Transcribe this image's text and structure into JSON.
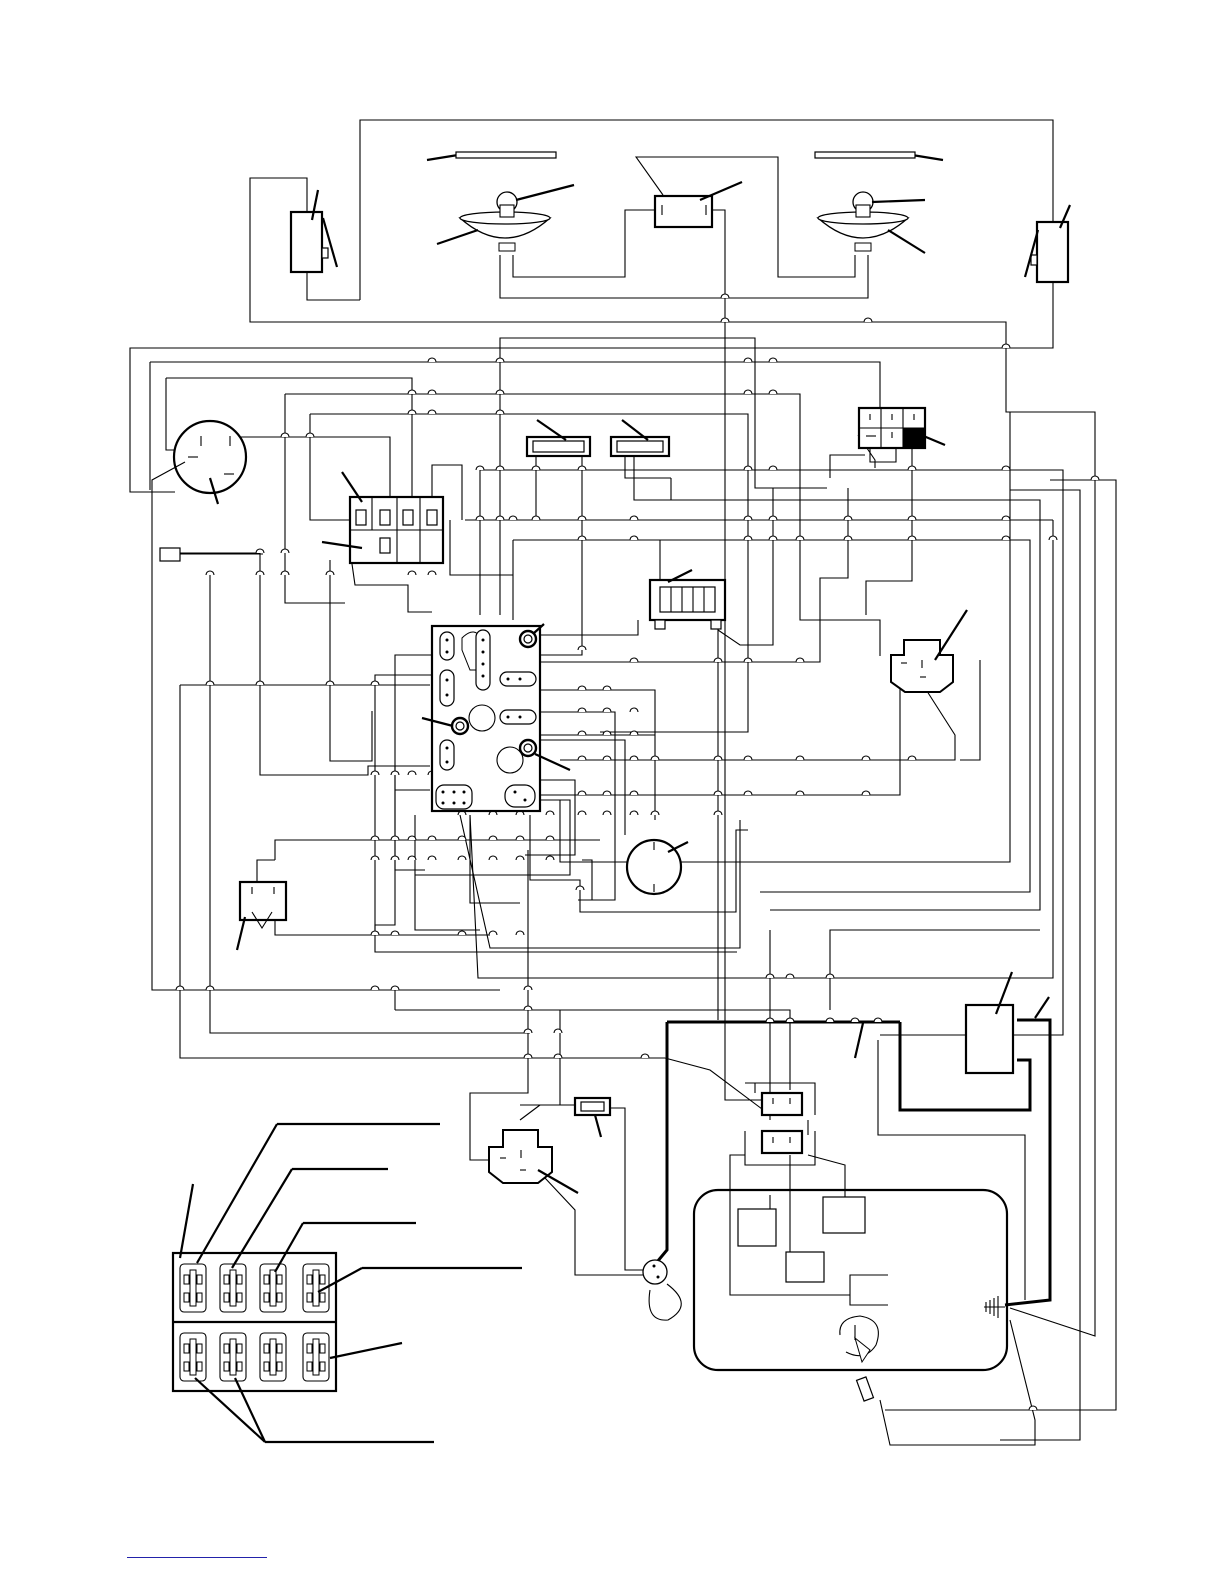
{
  "diagram": {
    "kind": "wiring-schematic",
    "labels_printed": false,
    "components": [
      {
        "id": "left-flasher",
        "icon": "relay-box-icon"
      },
      {
        "id": "right-flasher",
        "icon": "relay-box-icon"
      },
      {
        "id": "left-headlight",
        "icon": "lamp-bulb-icon"
      },
      {
        "id": "right-headlight",
        "icon": "lamp-bulb-icon"
      },
      {
        "id": "horn-relay",
        "icon": "relay-box-icon"
      },
      {
        "id": "key-switch",
        "icon": "ignition-switch-icon"
      },
      {
        "id": "rocker-switch-block",
        "icon": "switch-block-icon"
      },
      {
        "id": "fuse-holders",
        "icon": "fuse-icon"
      },
      {
        "id": "hour-meter",
        "icon": "gauge-icon"
      },
      {
        "id": "main-connector",
        "icon": "connector-icon"
      },
      {
        "id": "gauge",
        "icon": "gauge-icon"
      },
      {
        "id": "seat-switch-connector",
        "icon": "connector-icon"
      },
      {
        "id": "pto-relay",
        "icon": "relay-box-icon"
      },
      {
        "id": "start-relay",
        "icon": "relay-box-icon"
      },
      {
        "id": "solenoid",
        "icon": "solenoid-icon"
      },
      {
        "id": "battery",
        "icon": "battery-icon"
      },
      {
        "id": "engine",
        "icon": "engine-icon"
      },
      {
        "id": "relay-panel",
        "icon": "relay-panel-icon"
      }
    ]
  },
  "footer": {
    "link_text": ""
  }
}
